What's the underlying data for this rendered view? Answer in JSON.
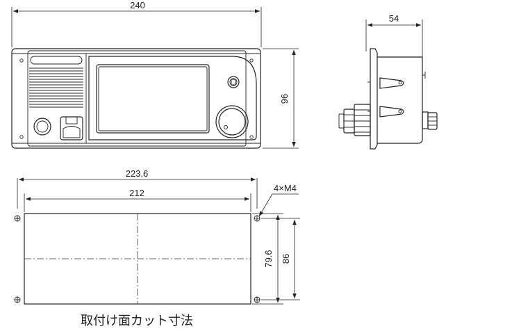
{
  "front_view": {
    "width_label": "240",
    "height_label": "96"
  },
  "side_view": {
    "depth_label": "54"
  },
  "cutout_view": {
    "hole_pitch_label": "223.6",
    "cutout_width_label": "212",
    "screw_label": "4×M4",
    "cutout_height_label": "79.6",
    "hole_vertical_pitch_label": "86"
  },
  "caption": "取付け面カット寸法",
  "icons": [
    "speaker-grille",
    "key-switch-icon",
    "rotary-knob-icon",
    "screw-hole-icon",
    "connector-icon"
  ]
}
